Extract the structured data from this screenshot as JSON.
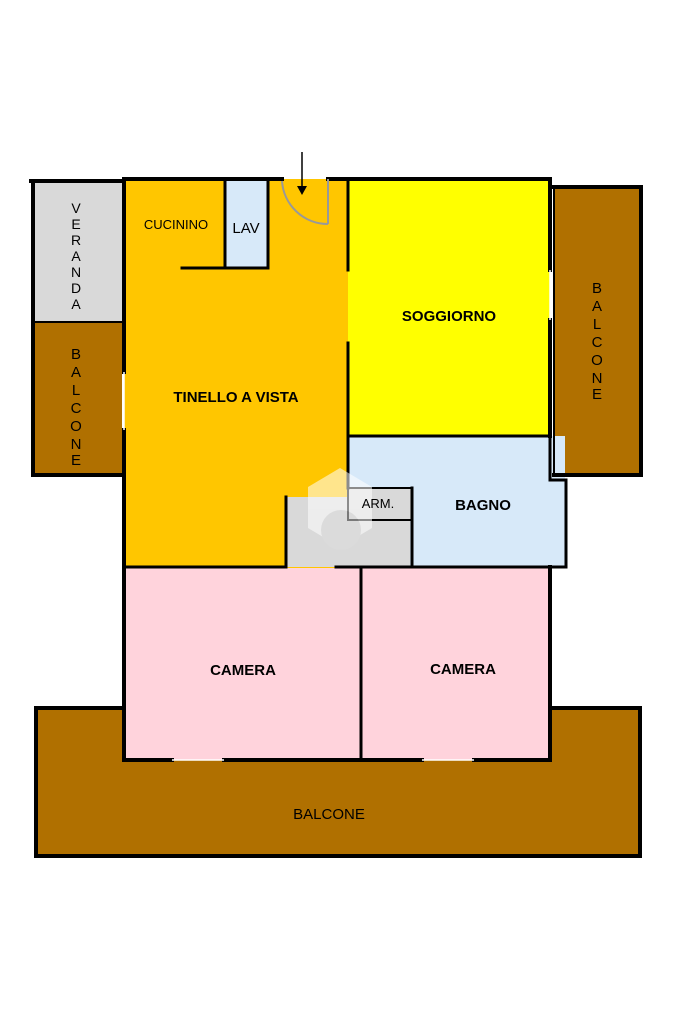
{
  "floorplan": {
    "rooms": {
      "veranda": {
        "label": [
          "V",
          "E",
          "R",
          "A",
          "N",
          "D",
          "A"
        ],
        "color": "#d9d9d9"
      },
      "cucinino": {
        "label": "CUCININO",
        "color": "#ffc600"
      },
      "lav": {
        "label": "LAV",
        "color": "#d7e9f9"
      },
      "tinello": {
        "label": "TINELLO A VISTA",
        "color": "#ffc600"
      },
      "soggiorno": {
        "label": "SOGGIORNO",
        "color": "#ffff00"
      },
      "arm": {
        "label": "ARM.",
        "color": "#d9d9d9"
      },
      "bagno": {
        "label": "BAGNO",
        "color": "#d7e9f9"
      },
      "camera_left": {
        "label": "CAMERA",
        "color": "#ffd3dc"
      },
      "camera_right": {
        "label": "CAMERA",
        "color": "#ffd3dc"
      },
      "balcone_left": {
        "label": [
          "B",
          "A",
          "L",
          "C",
          "O",
          "N",
          "E"
        ],
        "color": "#b07000"
      },
      "balcone_right": {
        "label": [
          "B",
          "A",
          "L",
          "C",
          "O",
          "N",
          "E"
        ],
        "color": "#b07000"
      },
      "balcone_bottom": {
        "label": "BALCONE",
        "color": "#b07000"
      },
      "corridor": {
        "color": "#d9d9d9"
      }
    },
    "wall_color": "#000000",
    "entrance_arrow": "arrow-down-icon"
  }
}
